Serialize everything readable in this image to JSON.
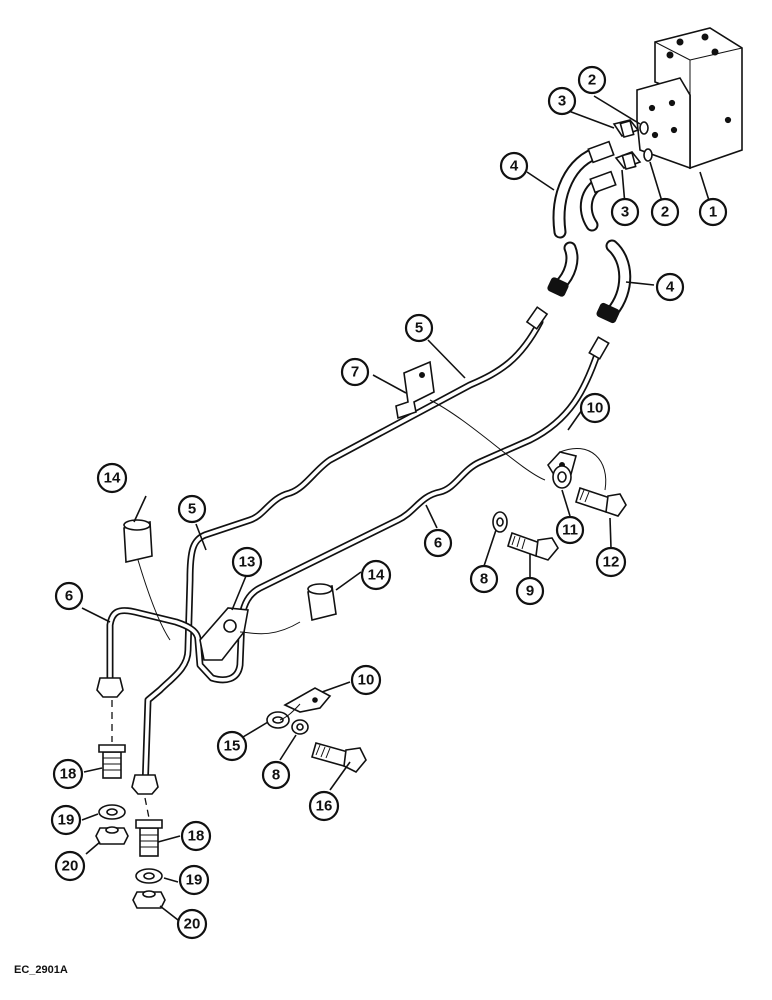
{
  "diagram": {
    "reference_code": "EC_2901A",
    "callouts": [
      {
        "id": "c1",
        "label": "1"
      },
      {
        "id": "c2a",
        "label": "2"
      },
      {
        "id": "c2b",
        "label": "2"
      },
      {
        "id": "c3a",
        "label": "3"
      },
      {
        "id": "c3b",
        "label": "3"
      },
      {
        "id": "c4a",
        "label": "4"
      },
      {
        "id": "c4b",
        "label": "4"
      },
      {
        "id": "c5a",
        "label": "5"
      },
      {
        "id": "c5b",
        "label": "5"
      },
      {
        "id": "c6a",
        "label": "6"
      },
      {
        "id": "c6b",
        "label": "6"
      },
      {
        "id": "c7",
        "label": "7"
      },
      {
        "id": "c8a",
        "label": "8"
      },
      {
        "id": "c8b",
        "label": "8"
      },
      {
        "id": "c9",
        "label": "9"
      },
      {
        "id": "c10a",
        "label": "10"
      },
      {
        "id": "c10b",
        "label": "10"
      },
      {
        "id": "c11",
        "label": "11"
      },
      {
        "id": "c12",
        "label": "12"
      },
      {
        "id": "c13",
        "label": "13"
      },
      {
        "id": "c14a",
        "label": "14"
      },
      {
        "id": "c14b",
        "label": "14"
      },
      {
        "id": "c15",
        "label": "15"
      },
      {
        "id": "c16",
        "label": "16"
      },
      {
        "id": "c18a",
        "label": "18"
      },
      {
        "id": "c18b",
        "label": "18"
      },
      {
        "id": "c19a",
        "label": "19"
      },
      {
        "id": "c19b",
        "label": "19"
      },
      {
        "id": "c20a",
        "label": "20"
      },
      {
        "id": "c20b",
        "label": "20"
      }
    ]
  }
}
